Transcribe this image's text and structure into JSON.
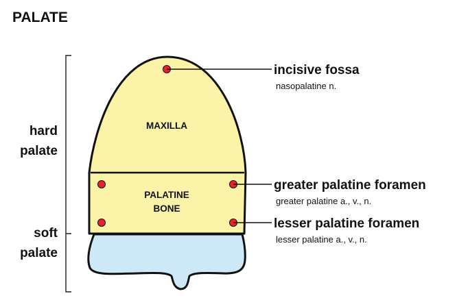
{
  "title": "PALATE",
  "side_labels": {
    "hard": [
      "hard",
      "palate"
    ],
    "soft": [
      "soft",
      "palate"
    ]
  },
  "regions": {
    "maxilla": [
      "MAXILLA"
    ],
    "palatine_bone": [
      "PALATINE",
      "BONE"
    ]
  },
  "callouts": [
    {
      "title": "incisive fossa",
      "subtitle": "nasopalatine n."
    },
    {
      "title": "greater palatine foramen",
      "subtitle": "greater palatine a., v., n."
    },
    {
      "title": "lesser palatine foramen",
      "subtitle": "lesser palatine a., v., n."
    }
  ],
  "colors": {
    "hard_palate_fill": "#FBF3A8",
    "soft_palate_fill": "#CDE8F6",
    "foramen_dot": "#E8202A",
    "outline": "#111111"
  }
}
